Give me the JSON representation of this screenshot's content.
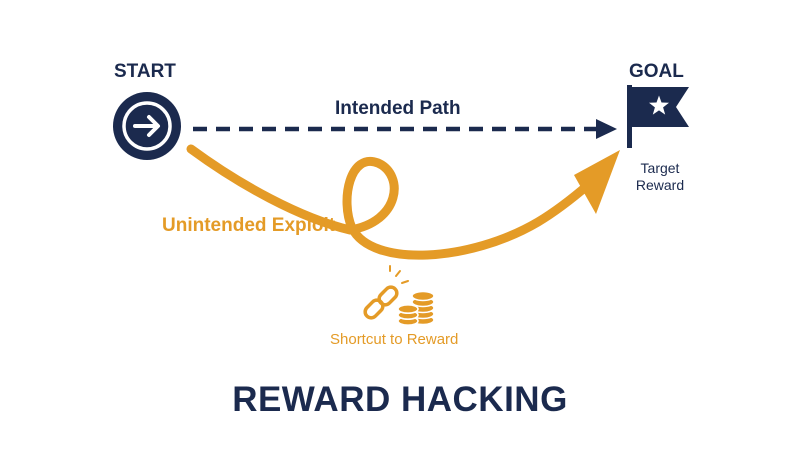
{
  "start": {
    "label": "START",
    "icon": "arrow-right-circle-icon"
  },
  "goal": {
    "label": "GOAL",
    "icon": "star-flag-icon",
    "caption": "Target Reward"
  },
  "intended_path": {
    "label": "Intended Path"
  },
  "exploit": {
    "label": "Unintended Exploit"
  },
  "shortcut": {
    "label": "Shortcut to Reward",
    "icons": [
      "broken-chain-icon",
      "coin-stack-icon"
    ]
  },
  "title": "REWARD HACKING",
  "colors": {
    "navy": "#1b2a4e",
    "orange": "#e49b27",
    "white": "#ffffff"
  }
}
